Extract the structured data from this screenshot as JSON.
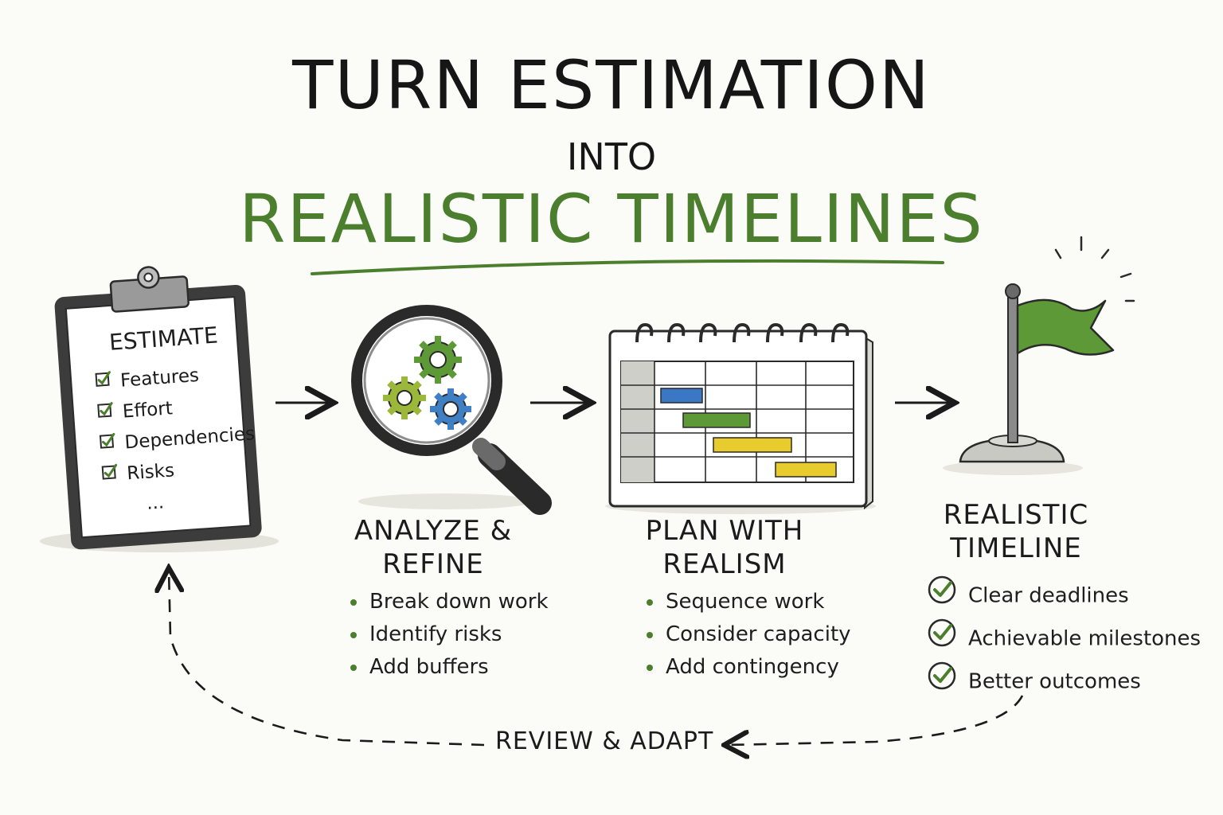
{
  "title": {
    "line1": "TURN ESTIMATION",
    "line2": "INTO",
    "line3": "REALISTIC TIMELINES"
  },
  "colors": {
    "accent_green": "#4b7f2d",
    "blue": "#3a77c4",
    "yellow": "#e8cc2e",
    "ink": "#1b1b1b"
  },
  "steps": {
    "estimate": {
      "title": "ESTIMATE",
      "items": [
        "Features",
        "Effort",
        "Dependencies",
        "Risks"
      ],
      "ellipsis": "..."
    },
    "analyze": {
      "title_line1": "ANALYZE &",
      "title_line2": "REFINE",
      "bullets": [
        "Break down work",
        "Identify risks",
        "Add buffers"
      ]
    },
    "plan": {
      "title_line1": "PLAN WITH",
      "title_line2": "REALISM",
      "bullets": [
        "Sequence work",
        "Consider capacity",
        "Add contingency"
      ]
    },
    "timeline": {
      "title_line1": "REALISTIC",
      "title_line2": "TIMELINE",
      "checks": [
        "Clear deadlines",
        "Achievable milestones",
        "Better outcomes"
      ]
    }
  },
  "loop": {
    "label": "REVIEW & ADAPT"
  },
  "icons": {
    "clipboard": "clipboard-icon",
    "magnifier": "magnifying-glass-icon",
    "gears": "gears-icon",
    "calendar": "calendar-icon",
    "flag": "flag-icon",
    "check": "check-circle-icon",
    "checkbox": "checkbox-icon",
    "arrow": "arrow-right-icon"
  }
}
